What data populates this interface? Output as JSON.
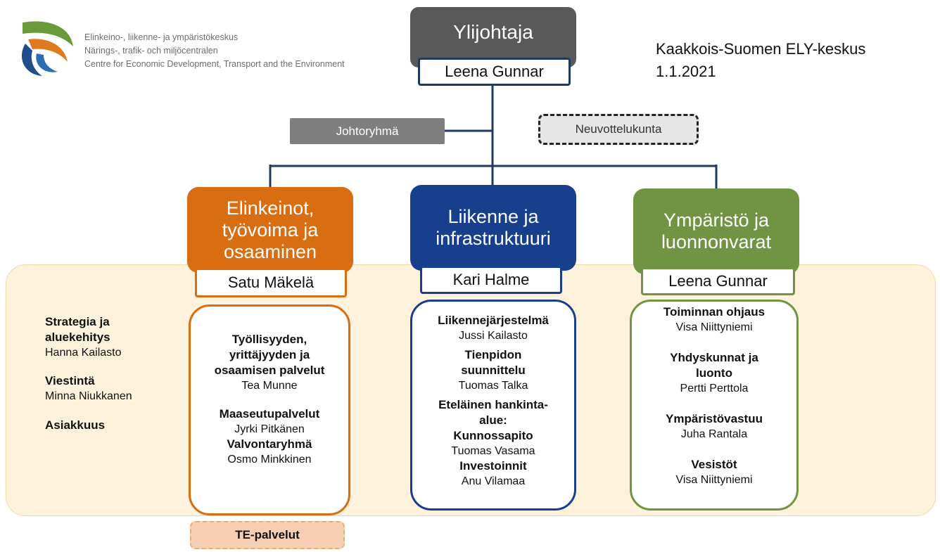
{
  "logo": {
    "lines": [
      "Elinkeino-, liikenne- ja ympäristökeskus",
      "Närings-, trafik- och miljöcentralen",
      "Centre for Economic Development, Transport and the Environment"
    ]
  },
  "header": {
    "region": "Kaakkois-Suomen ELY-keskus",
    "date": "1.1.2021"
  },
  "top": {
    "title": "Ylijohtaja",
    "name": "Leena Gunnar",
    "management_group": "Johtoryhmä",
    "advisory": "Neuvottelukunta"
  },
  "staff_functions": [
    {
      "title1": "Strategia ja",
      "title2": "aluekehitys",
      "name": "Hanna Kailasto"
    },
    {
      "title1": "Viestintä",
      "title2": "",
      "name": "Minna Niukkanen"
    },
    {
      "title1": "Asiakkuus",
      "title2": "",
      "name": ""
    }
  ],
  "departments": [
    {
      "title_lines": [
        "Elinkeinot,",
        "työvoima ja",
        "osaaminen"
      ],
      "head": "Satu Mäkelä",
      "units": [
        {
          "lines": [
            "Työllisyyden,",
            "yrittäjyyden ja",
            "osaamisen palvelut"
          ],
          "name": "Tea Munne"
        },
        {
          "lines": [
            "Maaseutupalvelut"
          ],
          "name": "Jyrki Pitkänen"
        },
        {
          "lines": [
            "Valvontaryhmä"
          ],
          "name": "Osmo Minkkinen"
        }
      ]
    },
    {
      "title_lines": [
        "Liikenne ja",
        "infrastruktuuri"
      ],
      "head": "Kari Halme",
      "units": [
        {
          "lines": [
            "Liikennejärjestelmä"
          ],
          "name": "Jussi Kailasto"
        },
        {
          "lines": [
            "Tienpidon",
            "suunnittelu"
          ],
          "name": "Tuomas Talka"
        },
        {
          "lines": [
            "Eteläinen hankinta-",
            "alue:",
            "Kunnossapito"
          ],
          "name": "Tuomas Vasama"
        },
        {
          "lines": [
            "Investoinnit"
          ],
          "name": "Anu Vilamaa"
        }
      ]
    },
    {
      "title_lines": [
        "Ympäristö ja",
        "luonnonvarat"
      ],
      "head": "Leena Gunnar",
      "units": [
        {
          "lines": [
            "Toiminnan ohjaus"
          ],
          "name": "Visa Niittyniemi"
        },
        {
          "lines": [
            "Yhdyskunnat ja",
            "luonto"
          ],
          "name": "Pertti Perttola"
        },
        {
          "lines": [
            "Ympäristövastuu"
          ],
          "name": "Juha Rantala"
        },
        {
          "lines": [
            "Vesistöt"
          ],
          "name": "Visa Niittyniemi"
        }
      ]
    }
  ],
  "te_services": "TE-palvelut",
  "colors": {
    "orange": "#d86d12",
    "blue": "#183e8e",
    "green": "#709444",
    "dark_gray": "#595959",
    "band": "#fef2dd",
    "line": "#1f3864"
  }
}
